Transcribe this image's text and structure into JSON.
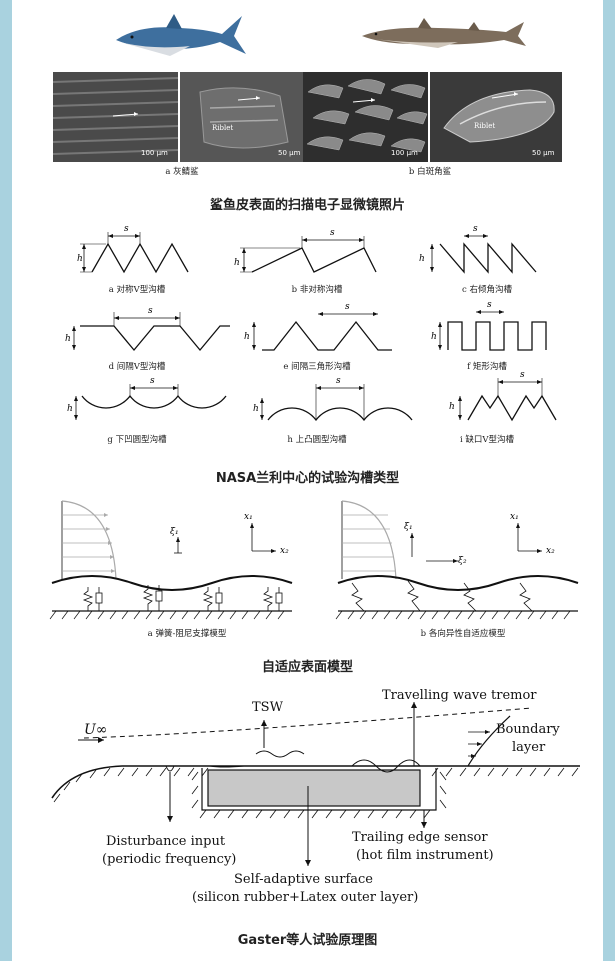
{
  "section1": {
    "caption": "鲨鱼皮表面的扫描电子显微镜照片",
    "panels": [
      {
        "label": "a 灰鲭鲨"
      },
      {
        "label": "b 白斑角鲨"
      }
    ],
    "sem_images": [
      {
        "scale": "100 µm",
        "riblet": ""
      },
      {
        "scale": "50 µm",
        "riblet": "Riblet"
      },
      {
        "scale": "100 µm",
        "riblet": ""
      },
      {
        "scale": "50 µm",
        "riblet": "Riblet"
      }
    ]
  },
  "section2": {
    "caption": "NASA兰利中心的试验沟槽类型",
    "dim_h": "h",
    "dim_s": "s",
    "grooves": [
      {
        "label": "a 对称V型沟槽"
      },
      {
        "label": "b 非对称沟槽"
      },
      {
        "label": "c 右倾角沟槽"
      },
      {
        "label": "d 间隔V型沟槽"
      },
      {
        "label": "e 间隔三角形沟槽"
      },
      {
        "label": "f 矩形沟槽"
      },
      {
        "label": "g 下凹圆型沟槽"
      },
      {
        "label": "h 上凸圆型沟槽"
      },
      {
        "label": "i 缺口V型沟槽"
      }
    ]
  },
  "section3": {
    "caption": "自适应表面模型",
    "left_label": "a 弹簧-阻尼支撑模型",
    "right_label": "b 各向异性自适应模型",
    "axis_x1": "x₁",
    "axis_x2": "x₂",
    "xi1": "ξ₁",
    "xi2": "ξ₂"
  },
  "section4": {
    "caption": "Gaster等人试验原理图",
    "u_inf": "U∞",
    "tsw": "TSW",
    "travelling": "Travelling wave tremor",
    "boundary_1": "Boundary",
    "boundary_2": "layer",
    "disturbance_1": "Disturbance input",
    "disturbance_2": "(periodic frequency)",
    "trailing_1": "Trailing edge sensor",
    "trailing_2": "(hot film instrument)",
    "self_1": "Self-adaptive surface",
    "self_2": "(silicon rubber+Latex outer layer)"
  }
}
